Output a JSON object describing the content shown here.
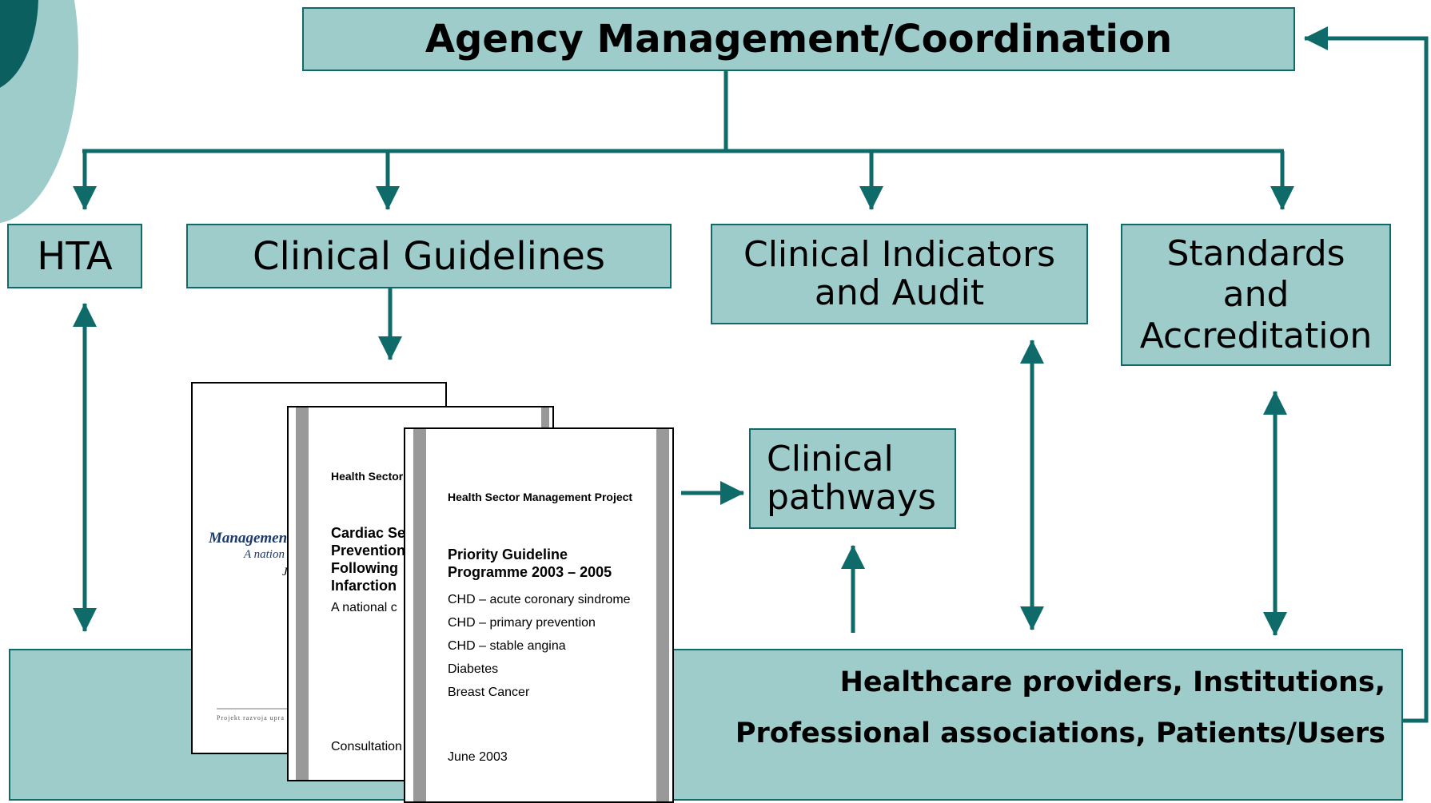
{
  "diagram": {
    "top": {
      "title": "Agency Management/Coordination"
    },
    "nodes": {
      "hta": "HTA",
      "guidelines": "Clinical Guidelines",
      "indicators": "Clinical Indicators\nand Audit",
      "standards": "Standards\nand\nAccreditation",
      "pathways": "Clinical\npathways"
    },
    "providers": {
      "line1": "Healthcare providers, Institutions,",
      "line2": "Professional associations, Patients/Users"
    },
    "documents": {
      "back": {
        "title": "Managemen",
        "subtitle": "A nation",
        "letter": "J",
        "footer": "Projekt razvoja upra"
      },
      "middle": {
        "header": "Health Sector",
        "title_lines": [
          "Cardiac Se",
          "Prevention",
          "Following",
          "Infarction"
        ],
        "subtitle": "A national c",
        "footer": "Consultation"
      },
      "front": {
        "header": "Health Sector Management Project",
        "title_lines": [
          "Priority Guideline",
          "Programme 2003 – 2005"
        ],
        "items": [
          "CHD – acute coronary sindrome",
          "CHD – primary prevention",
          "CHD – stable angina",
          "Diabetes",
          "Breast Cancer"
        ],
        "date": "June 2003"
      }
    },
    "colors": {
      "box_fill": "#9dcccb",
      "line": "#0e6b6a",
      "deco_dark": "#0b5f5e"
    }
  }
}
